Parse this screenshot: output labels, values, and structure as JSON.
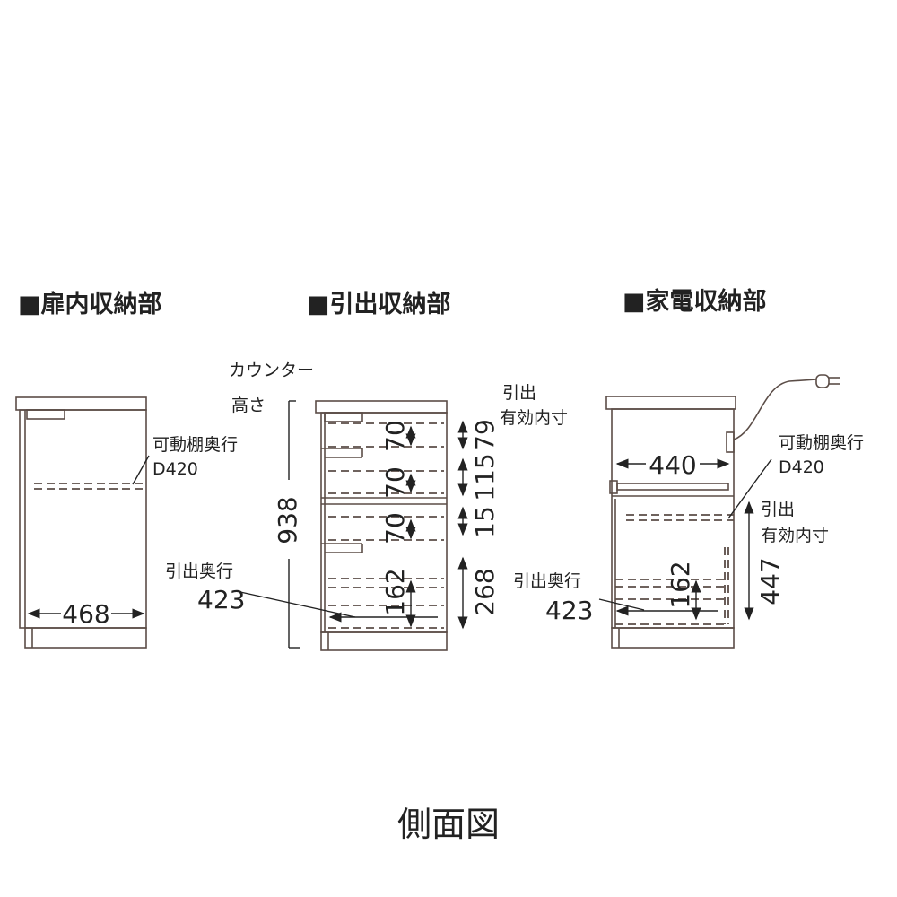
{
  "sections": {
    "door": {
      "title": "■扉内収納部",
      "shelf_label": "可動棚奥行",
      "shelf_depth": "D420",
      "width": "468"
    },
    "drawer": {
      "title": "■引出収納部",
      "counter_label_1": "カウンター",
      "counter_label_2": "高さ",
      "height": "938",
      "inner_label_1": "引出",
      "inner_label_2": "有効内寸",
      "drawer_depth_label": "引出奥行",
      "drawer_depth": "423",
      "inner_heights": [
        "70",
        "70",
        "70",
        "162"
      ],
      "pitch_dims": [
        "79",
        "115",
        "15",
        "268"
      ]
    },
    "appliance": {
      "title": "■家電収納部",
      "width": "440",
      "shelf_label": "可動棚奥行",
      "shelf_depth": "D420",
      "inner_label_1": "引出",
      "inner_label_2": "有効内寸",
      "inner_height": "447",
      "drawer_depth_label": "引出奥行",
      "drawer_depth": "423",
      "drawer_inner": "162"
    }
  },
  "caption": "側面図",
  "colors": {
    "line": "#5b4d47",
    "text": "#222222"
  }
}
